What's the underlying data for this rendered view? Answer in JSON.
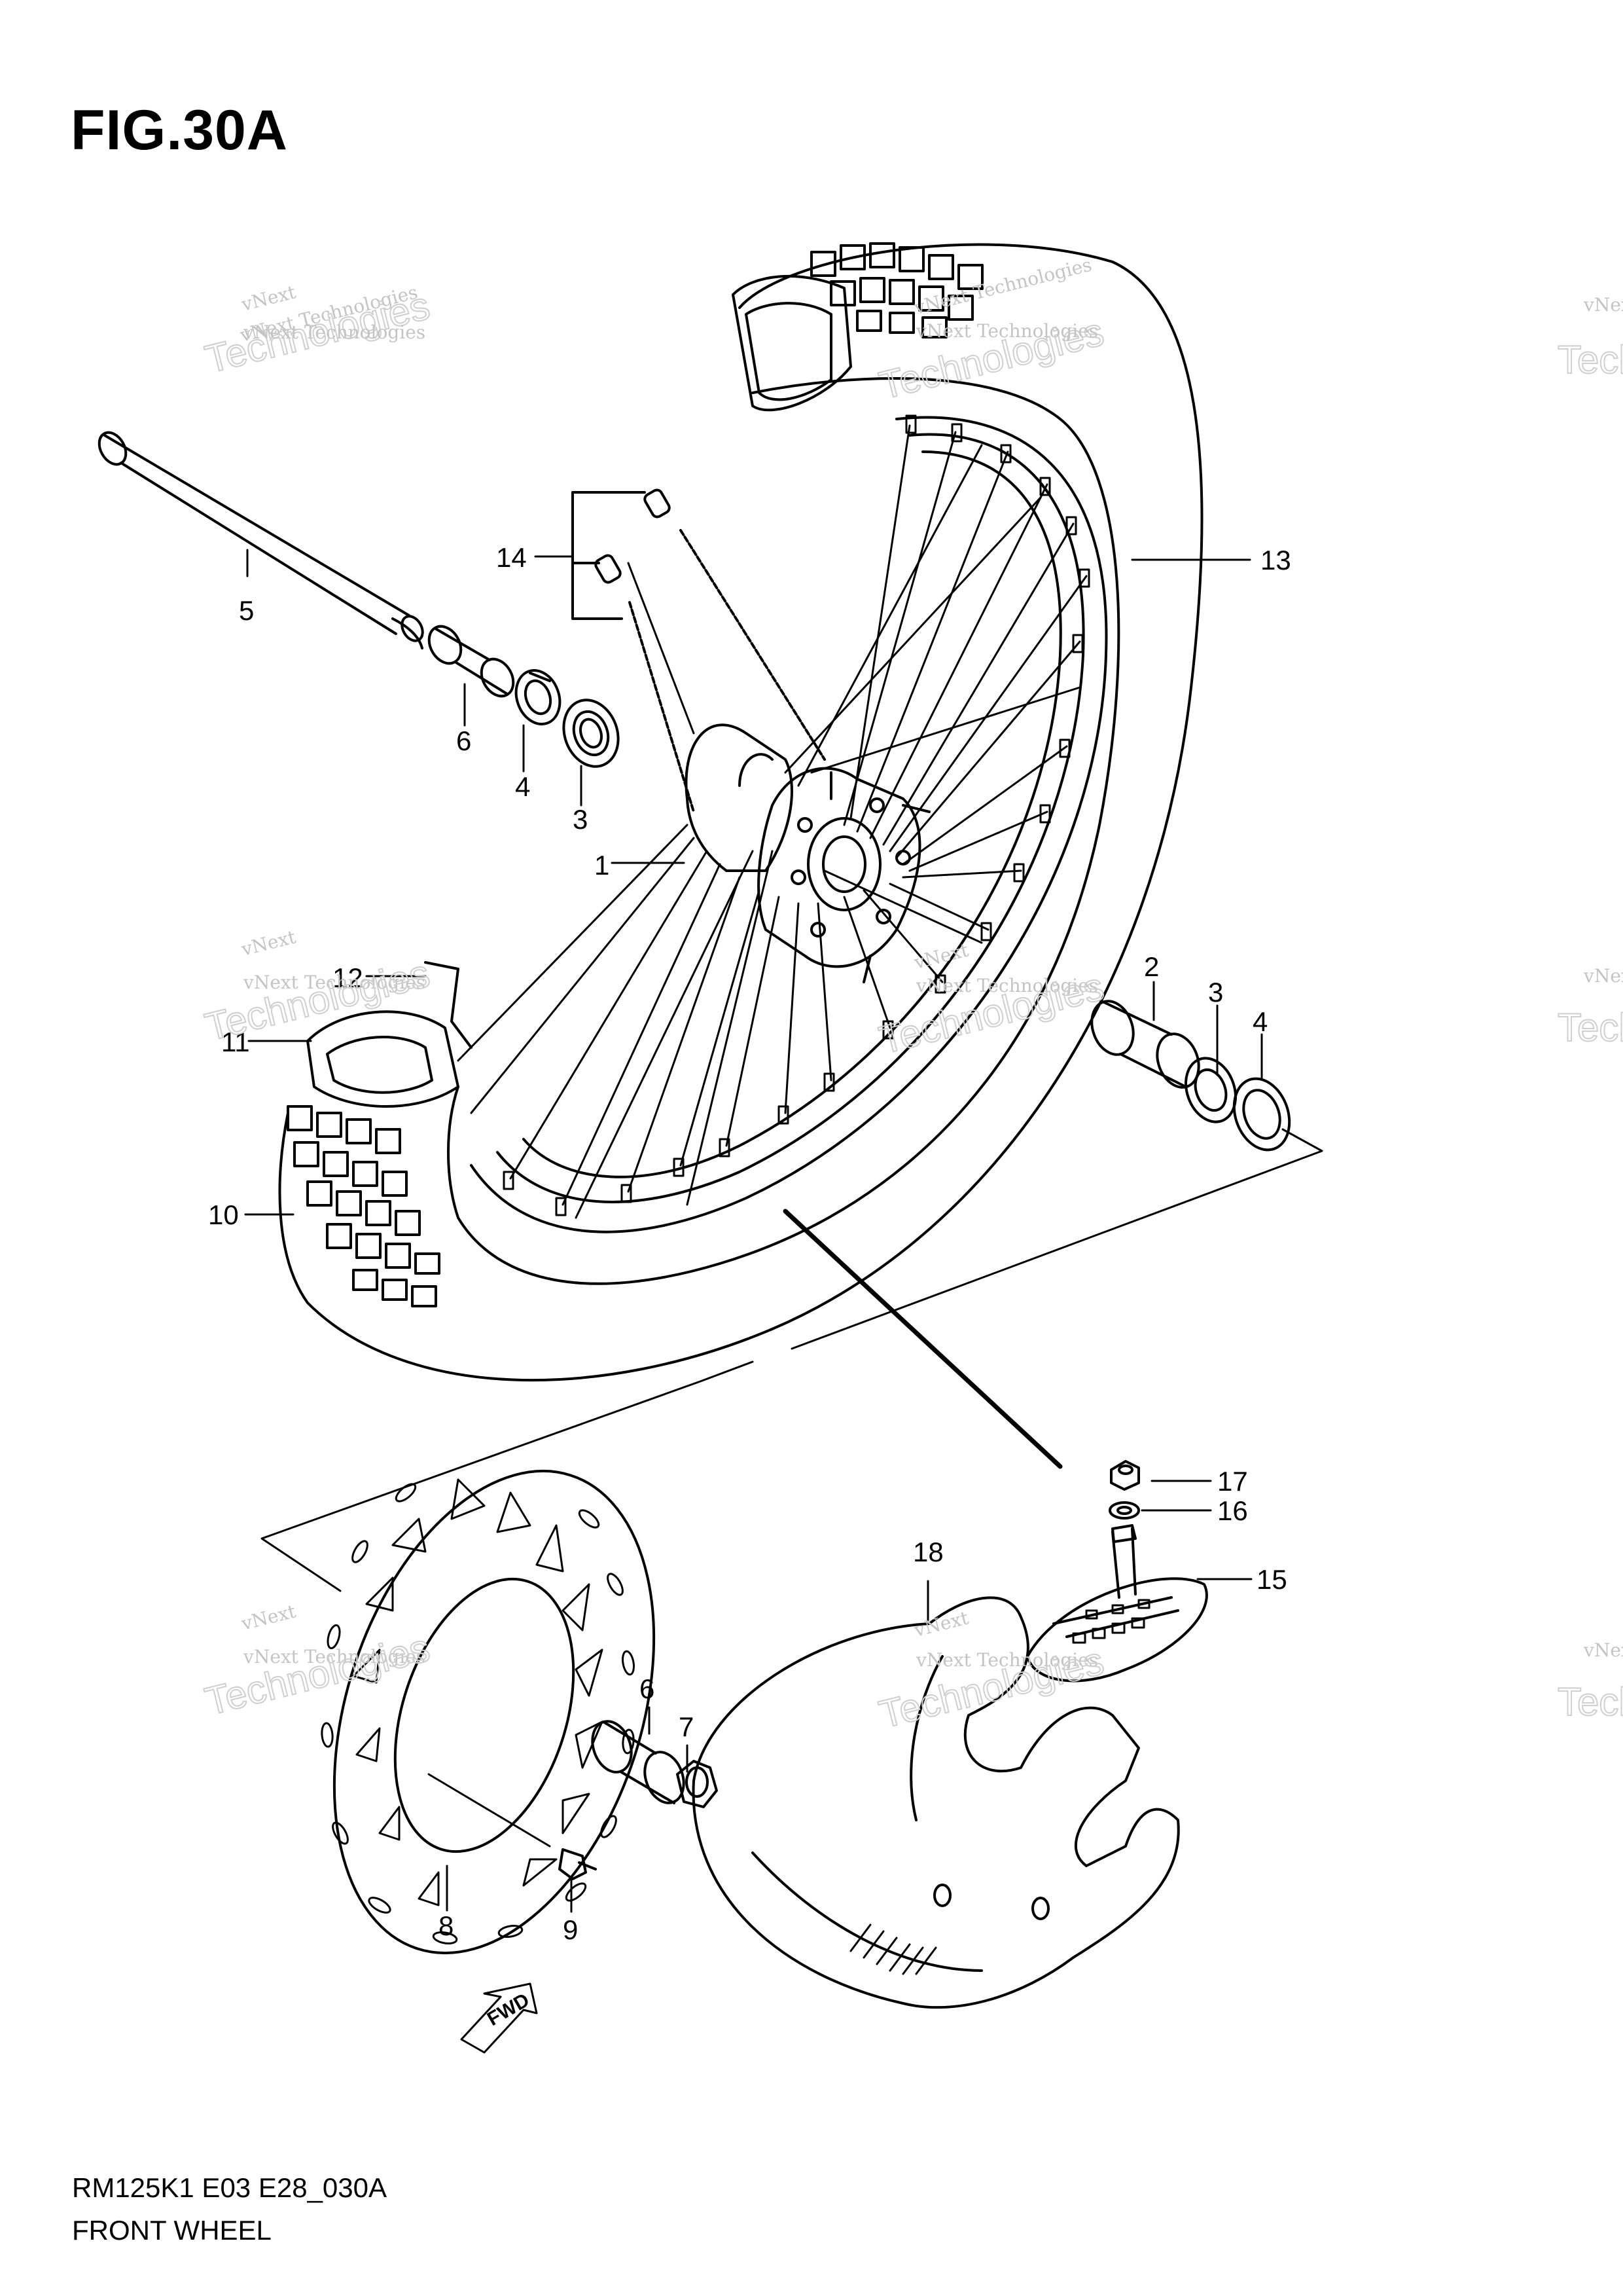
{
  "figure_title": "FIG.30A",
  "footer": {
    "code": "RM125K1 E03 E28_030A",
    "name": "FRONT WHEEL"
  },
  "watermark": {
    "line1": "vNext Technologies",
    "line2": "Technologies",
    "line3": "vNext"
  },
  "fwd_label": "FWD",
  "callouts": [
    "1",
    "2",
    "3",
    "3",
    "4",
    "4",
    "5",
    "6",
    "6",
    "7",
    "8",
    "9",
    "10",
    "11",
    "12",
    "13",
    "14",
    "15",
    "16",
    "17",
    "18"
  ],
  "colors": {
    "ink": "#000000",
    "watermark": "#c4c4c4",
    "background": "#ffffff"
  }
}
